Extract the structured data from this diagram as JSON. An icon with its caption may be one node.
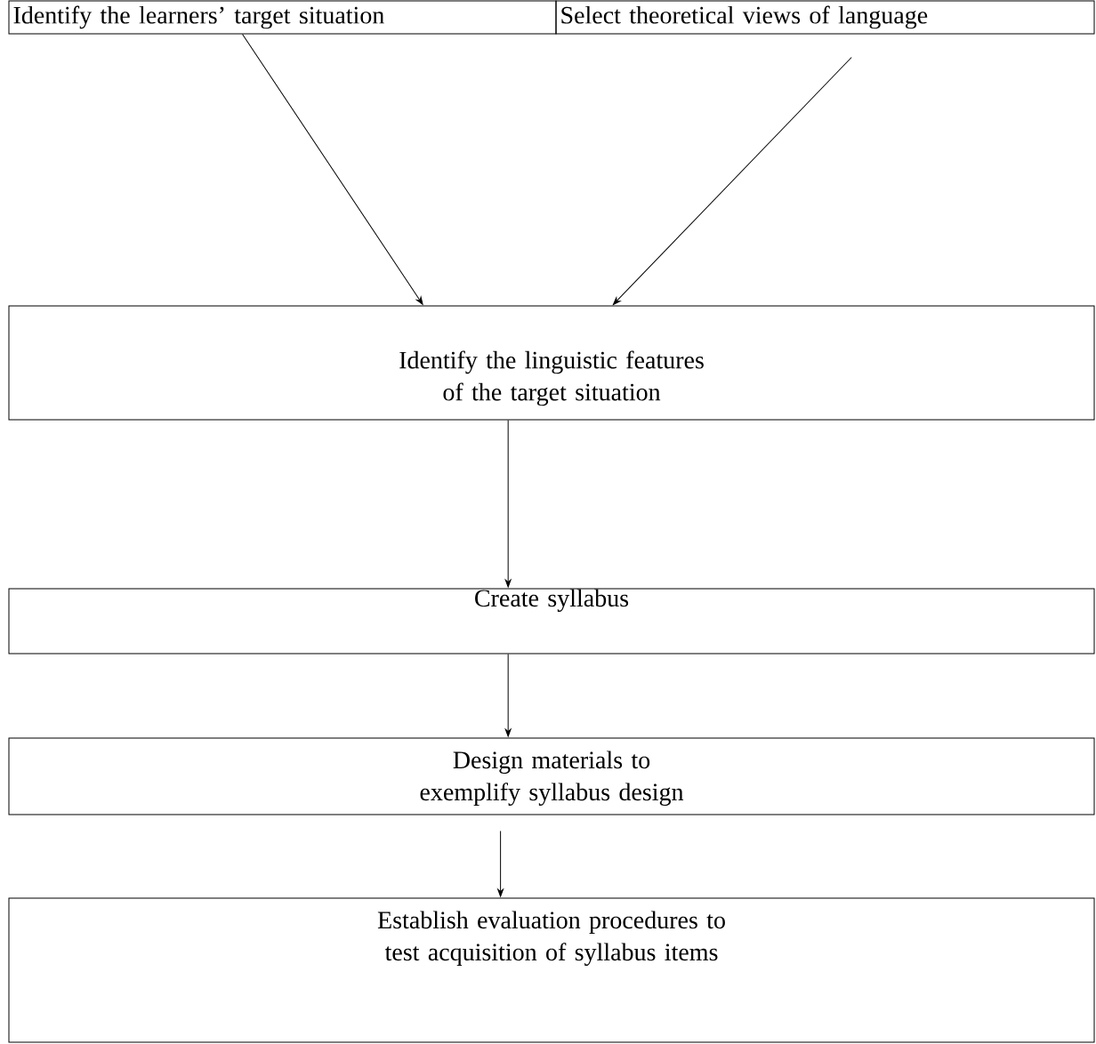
{
  "diagram": {
    "nodes": [
      {
        "text": [
          "Identify the learners’ target situation"
        ]
      },
      {
        "text": [
          "Select theoretical views of language"
        ]
      },
      {
        "text": [
          "Identify the linguistic features of the target situation"
        ]
      },
      {
        "text": [
          "Create syllabus"
        ]
      },
      {
        "text": [
          "Design materials to exemplify syllabus design"
        ]
      },
      {
        "text": [
          "Establish evaluation procedures to test acquisition of syllabus items"
        ]
      }
    ],
    "edges": [
      {
        "from": 0,
        "to": 2,
        "arrow": "to"
      },
      {
        "from": 1,
        "to": 2,
        "arrow": "to"
      },
      {
        "from": 2,
        "to": 3,
        "arrow": "to"
      },
      {
        "from": 3,
        "to": 4,
        "arrow": "to"
      },
      {
        "from": 4,
        "to": 5,
        "arrow": "to"
      }
    ]
  }
}
